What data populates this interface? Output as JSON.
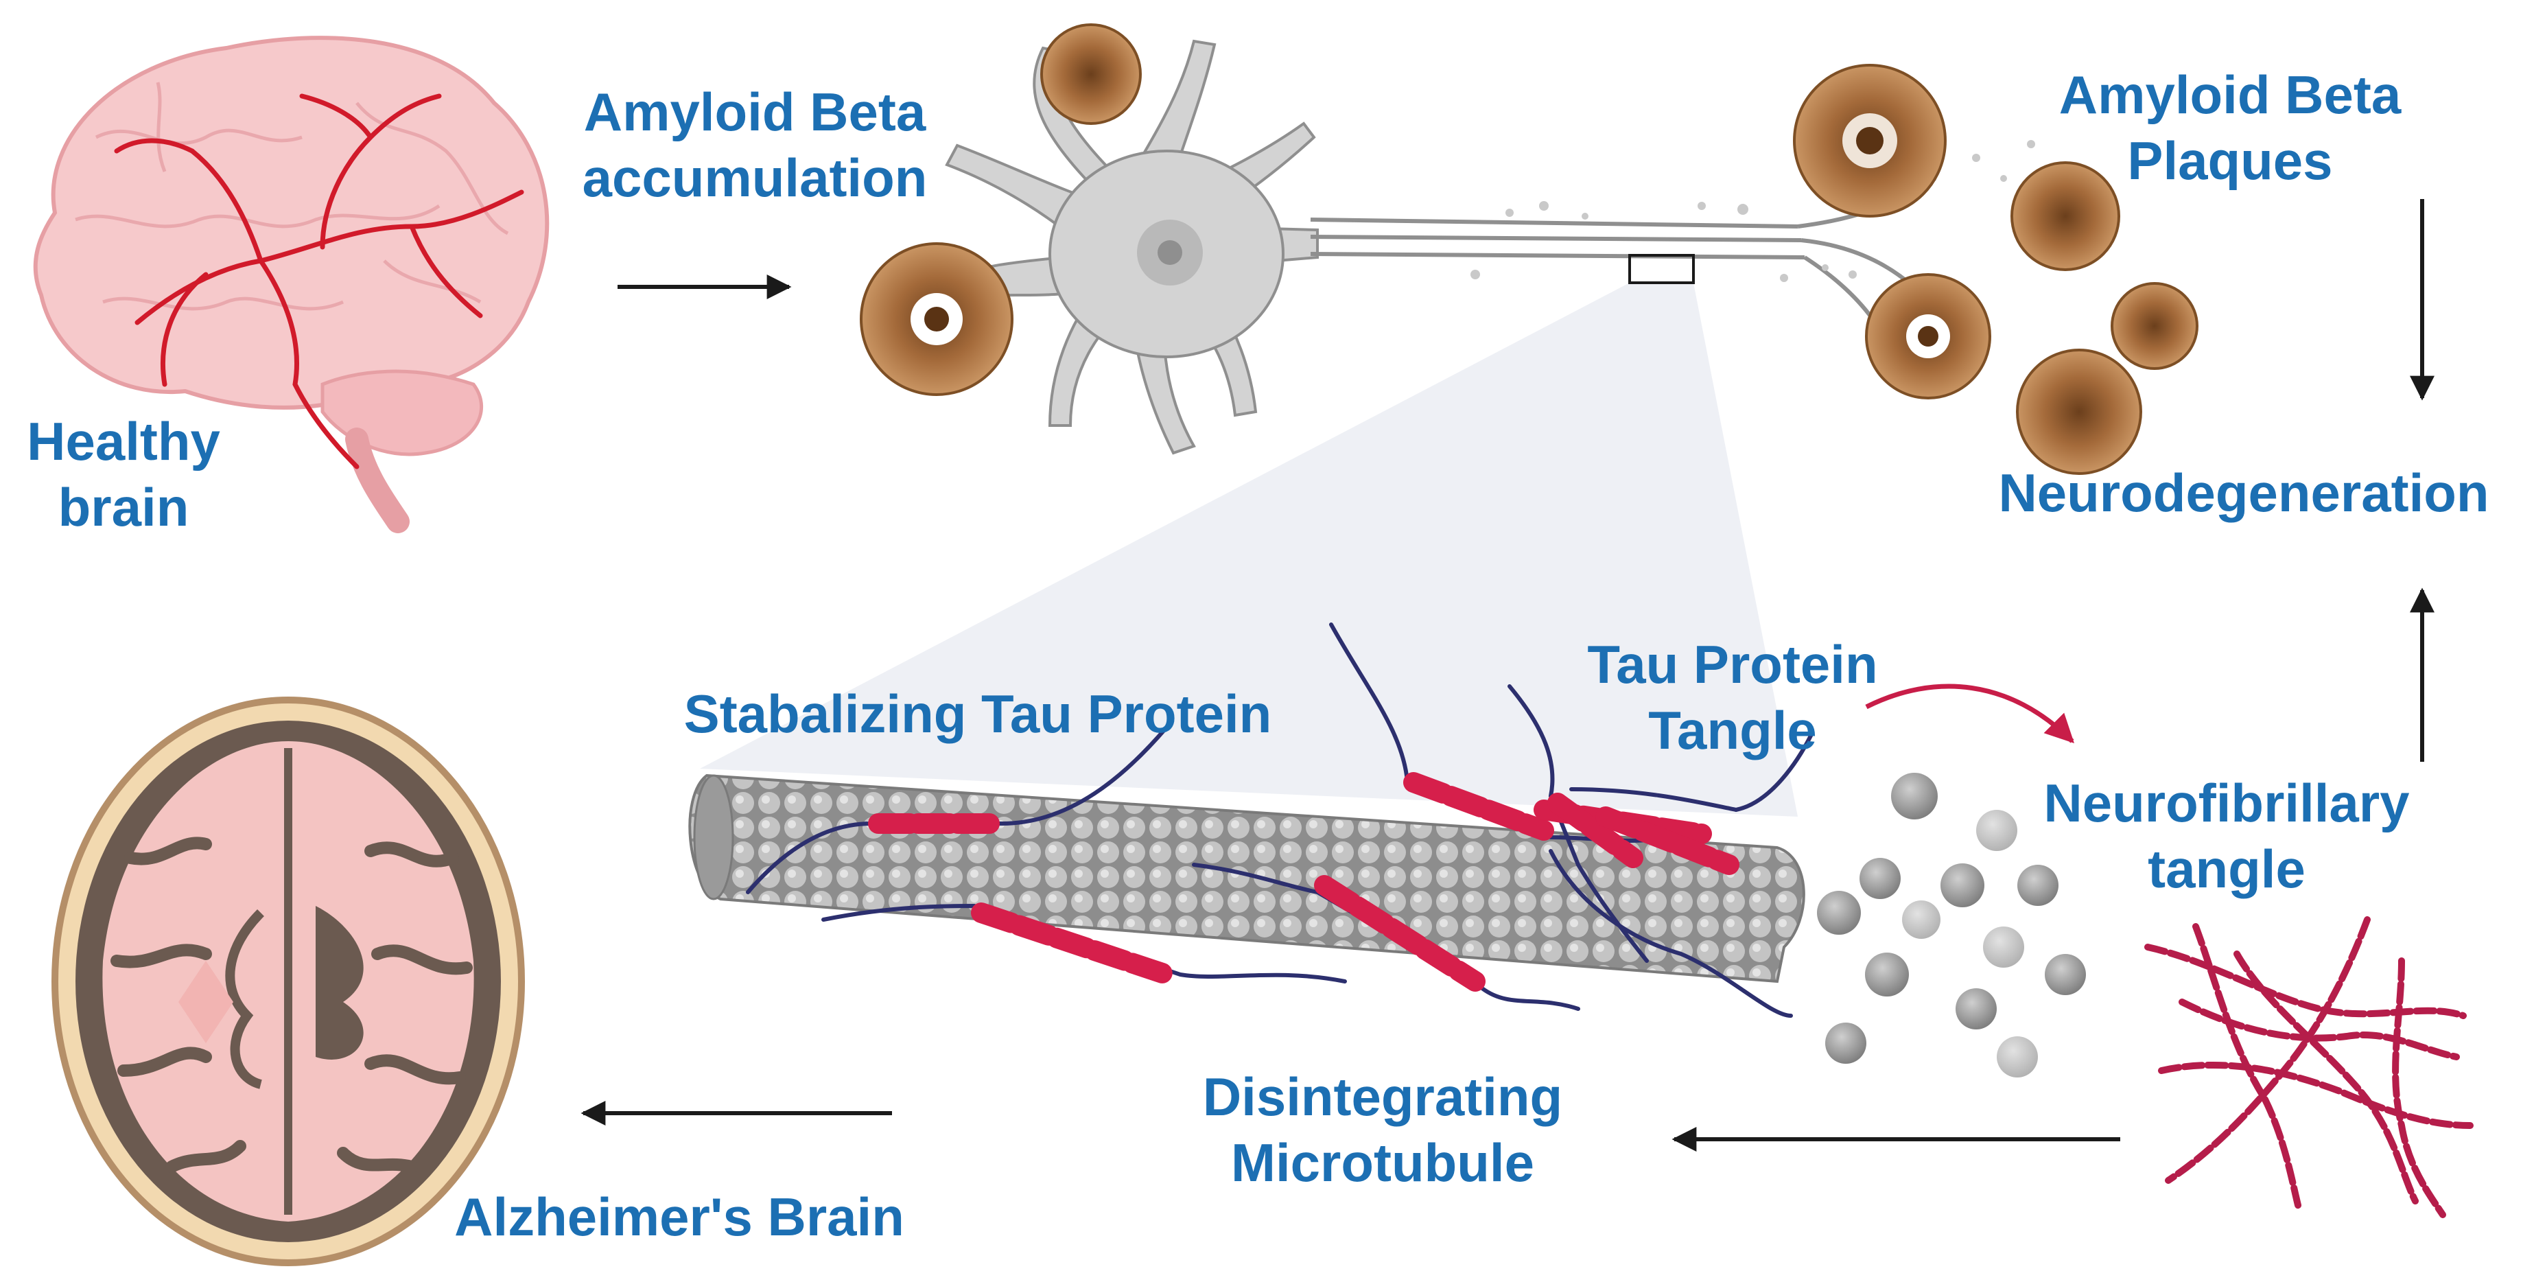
{
  "colors": {
    "label": "#1c6fb3",
    "arrow": "#1a1a1a",
    "tau_protein": "#d61f4b",
    "tangle": "#b51d4a",
    "plaque": "#a46a3a",
    "neuron": "#cfcfcf",
    "brain_healthy": "#f4c2c4",
    "brain_vessels": "#d11a2a",
    "microtubule": "#9e9e9e"
  },
  "labels": {
    "healthy_brain": [
      "Healthy",
      "brain"
    ],
    "amyloid_accumulation": [
      "Amyloid Beta",
      "accumulation"
    ],
    "amyloid_plaques": [
      "Amyloid Beta",
      "Plaques"
    ],
    "neurodegeneration": "Neurodegeneration",
    "stabilizing_tau": "Stabalizing Tau Protein",
    "tau_tangle": [
      "Tau Protein",
      "Tangle"
    ],
    "neurofibrillary_tangle": [
      "Neurofibrillary",
      "tangle"
    ],
    "disintegrating_microtubule": [
      "Disintegrating",
      "Microtubule"
    ],
    "alzheimers_brain": "Alzheimer's Brain"
  },
  "icons": [
    "healthy-brain-icon",
    "neuron-icon",
    "amyloid-plaque-icon",
    "microtubule-icon",
    "tau-protein-icon",
    "neurofibrillary-tangle-icon",
    "alzheimers-brain-icon",
    "arrow-icon"
  ]
}
